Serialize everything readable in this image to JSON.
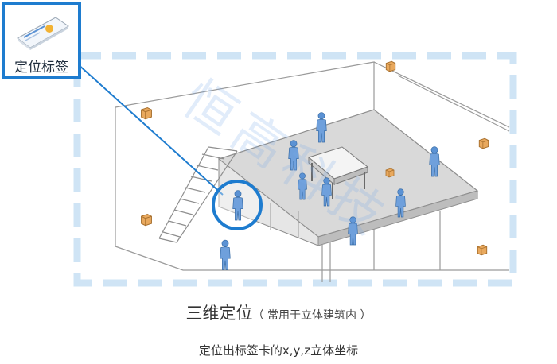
{
  "tag": {
    "label": "定位标签"
  },
  "watermark": "恒高科技",
  "caption": {
    "title": "三维定位",
    "subtitle": "（ 常用于立体建筑内 ）",
    "body": "定位出标签卡的x,y,z立体坐标"
  },
  "colors": {
    "accent_blue": "#1e7ccf",
    "dash_blue": "#cfe4f5",
    "person_blue": "#5b92d4",
    "anchor_orange": "#e9a95e"
  }
}
